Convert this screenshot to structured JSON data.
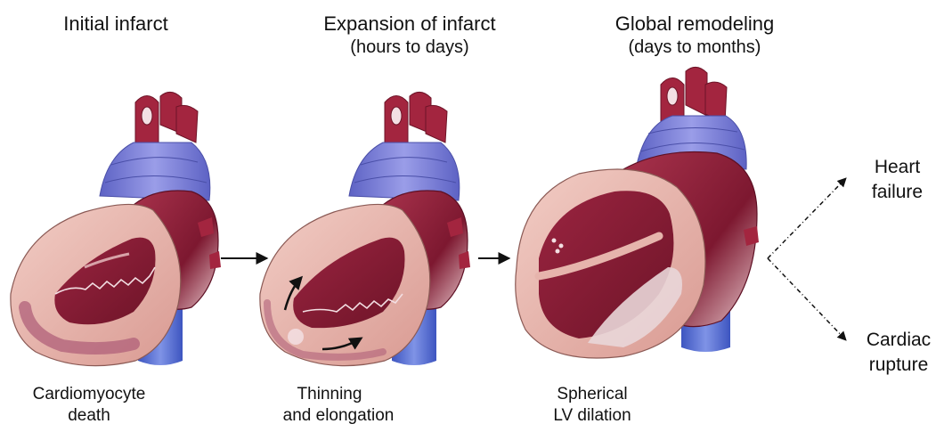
{
  "stages": [
    {
      "title": "Initial infarct",
      "subtitle": "",
      "caption_line1": "Cardiomyocyte",
      "caption_line2": "death"
    },
    {
      "title": "Expansion of infarct",
      "subtitle": "(hours to days)",
      "caption_line1": "Thinning",
      "caption_line2": "and elongation"
    },
    {
      "title": "Global remodeling",
      "subtitle": "(days to months)",
      "caption_line1": "Spherical",
      "caption_line2": "LV dilation"
    }
  ],
  "outcomes": [
    {
      "line1": "Heart",
      "line2": "failure"
    },
    {
      "line1": "Cardiac",
      "line2": "rupture"
    }
  ],
  "colors": {
    "aorta": "#a3253f",
    "vessels_blue": "#7b7fd6",
    "vena_cava": "#5a6fd0",
    "myocardium": "#e6b4ac",
    "chamber": "#8c1c34",
    "atrium": "#9c2a44",
    "infarct": "#b0607a"
  }
}
